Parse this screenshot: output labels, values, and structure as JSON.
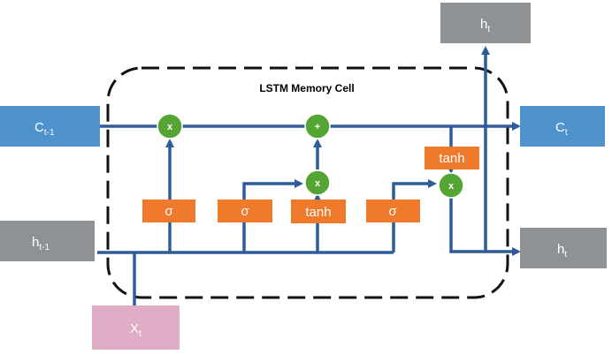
{
  "title": "LSTM Memory Cell",
  "inputs": {
    "c_prev": {
      "main": "C",
      "sub": "t-1",
      "color": "#4f93cc"
    },
    "h_prev": {
      "main": "h",
      "sub": "t-1",
      "color": "#8f9294"
    },
    "x_t": {
      "main": "X",
      "sub": "t",
      "color": "#dfaec6"
    }
  },
  "outputs": {
    "c_t": {
      "main": "C",
      "sub": "t",
      "color": "#4f93cc"
    },
    "h_t_right": {
      "main": "h",
      "sub": "t",
      "color": "#8f9294"
    },
    "h_t_top": {
      "main": "h",
      "sub": "t",
      "color": "#8f9294"
    }
  },
  "gates": {
    "forget": "σ",
    "input": "σ",
    "candidate": "tanh",
    "output": "σ",
    "cell_tanh": "tanh",
    "color": "#f07a2c"
  },
  "operations": {
    "forget_multiply": "x",
    "cell_add": "+",
    "input_multiply": "x",
    "output_multiply": "x",
    "color": "#55a534"
  },
  "wire_color": "#2e5c9a"
}
